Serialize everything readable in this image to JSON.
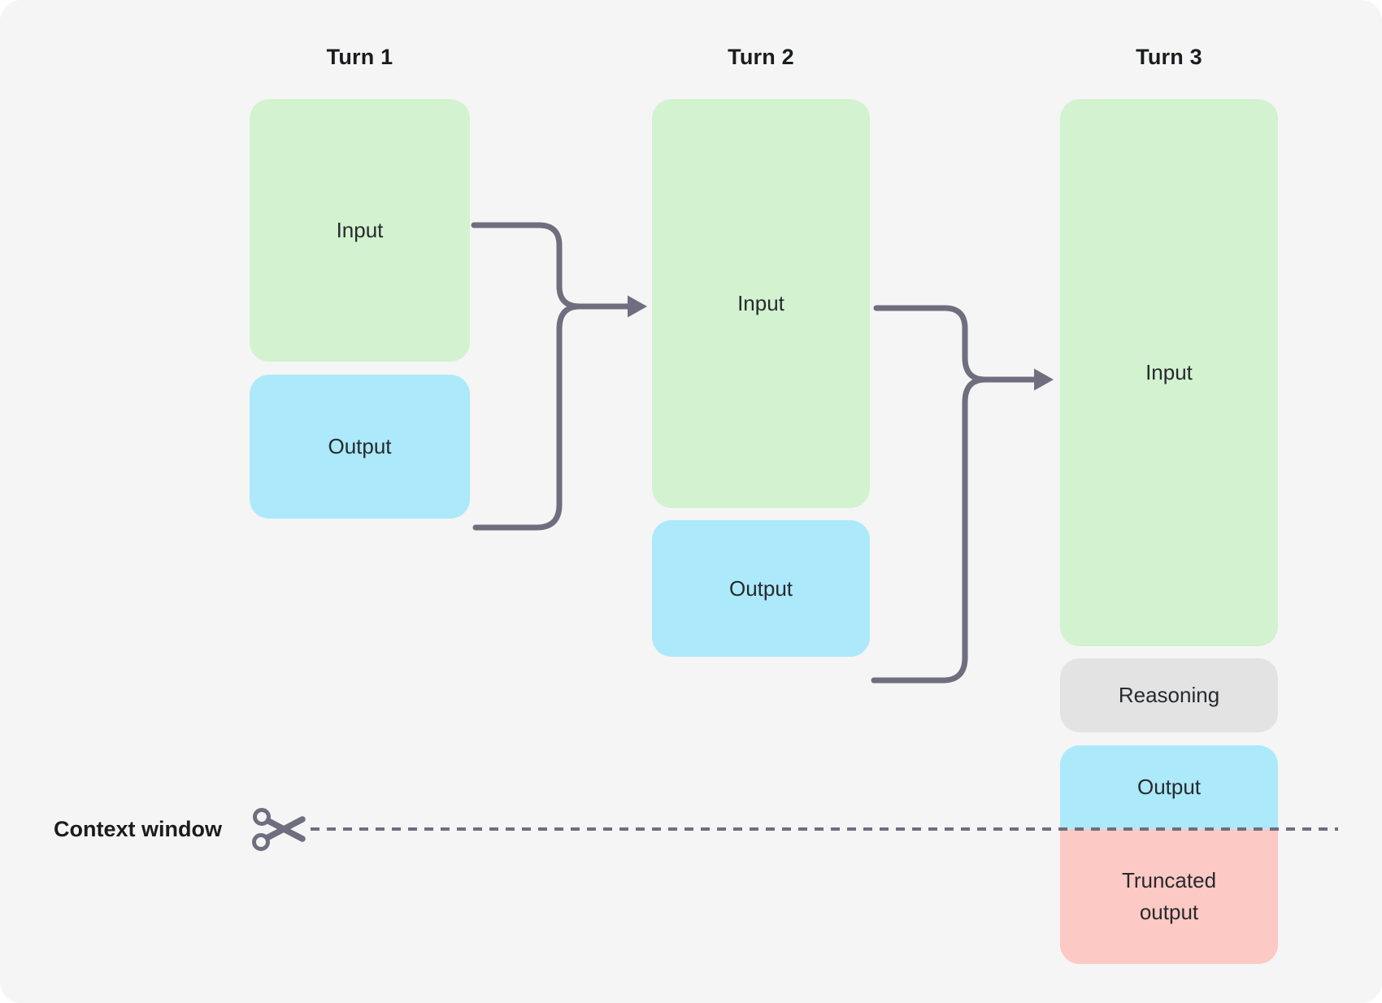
{
  "colors": {
    "page": "#ffffff",
    "panel": "#f5f5f6",
    "input_fill": "#d3f2d0",
    "output_fill": "#ace9fa",
    "reasoning_fill": "#e3e3e4",
    "truncated_fill": "#fcc9c4",
    "connector": "#6e6e7e",
    "heading_text": "#1a1c1e",
    "label_text": "#272a2e"
  },
  "turns": [
    {
      "label": "Turn 1",
      "boxes": [
        {
          "type": "input",
          "label": "Input"
        },
        {
          "type": "output",
          "label": "Output"
        }
      ]
    },
    {
      "label": "Turn 2",
      "boxes": [
        {
          "type": "input",
          "label": "Input"
        },
        {
          "type": "output",
          "label": "Output"
        }
      ]
    },
    {
      "label": "Turn 3",
      "boxes": [
        {
          "type": "input",
          "label": "Input"
        },
        {
          "type": "reasoning",
          "label": "Reasoning"
        },
        {
          "type": "output",
          "label": "Output"
        },
        {
          "type": "truncated",
          "label": "Truncated output"
        }
      ]
    }
  ],
  "context_window": {
    "label": "Context window"
  }
}
